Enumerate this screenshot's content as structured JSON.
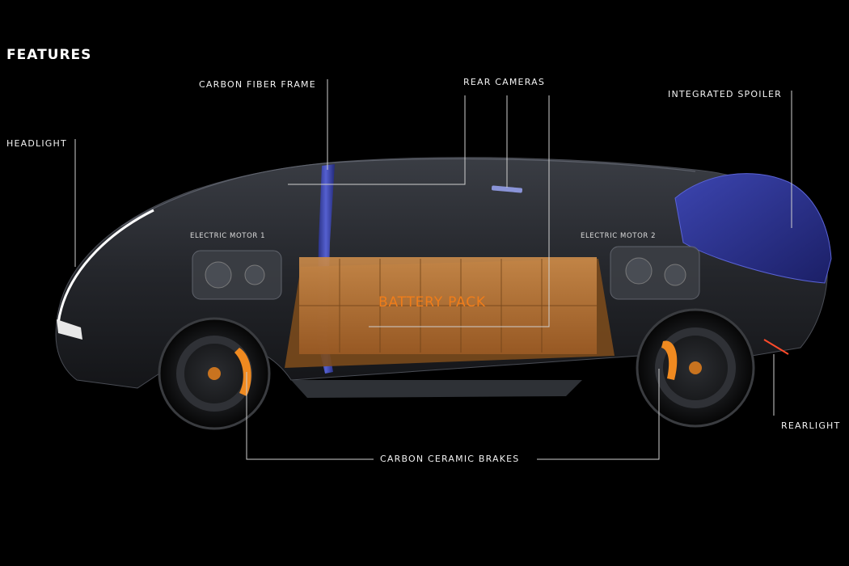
{
  "page": {
    "title": "FEATURES"
  },
  "callouts": {
    "headlight": "HEADLIGHT",
    "carbon_fiber_frame": "CARBON FIBER FRAME",
    "rear_cameras": "REAR CAMERAS",
    "integrated_spoiler": "INTEGRATED SPOILER",
    "electric_motor_1": "ELECTRIC MOTOR 1",
    "electric_motor_2": "ELECTRIC MOTOR 2",
    "battery_pack": "BATTERY PACK",
    "carbon_ceramic_brakes": "CARBON CERAMIC BRAKES",
    "rearlight": "REARLIGHT"
  },
  "colors": {
    "background": "#000000",
    "label_text": "#f2f2f2",
    "leader_line": "#cfcfcf",
    "battery_orange": "#f07d1a",
    "spoiler_blue": "#2a2f8a",
    "body_dark": "#2b2d31"
  }
}
